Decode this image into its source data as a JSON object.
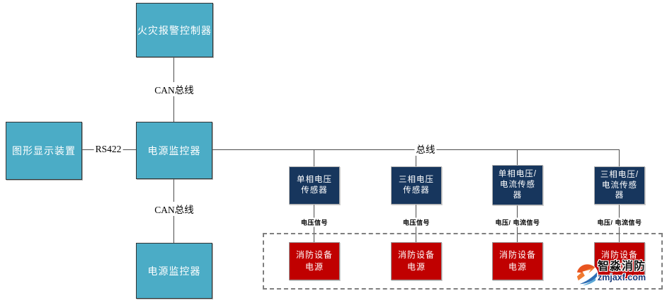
{
  "diagram": {
    "title_hint": "fire-equipment power monitoring system topology",
    "nodes": {
      "fire_alarm_controller": {
        "label": "火灾报警控制器"
      },
      "graphic_display": {
        "label": "图形显示装置"
      },
      "power_monitor_center": {
        "label": "电源监控器"
      },
      "power_monitor_bottom": {
        "label": "电源监控器"
      }
    },
    "edge_labels": {
      "can_bus_top": "CAN总线",
      "rs422": "RS422",
      "can_bus_bottom": "CAN总线",
      "bus": "总线"
    },
    "sensors": [
      {
        "line1": "单相电压",
        "line2": "传感器",
        "signal": "电压信号"
      },
      {
        "line1": "三相电压",
        "line2": "传感器",
        "signal": "电压信号"
      },
      {
        "line1": "单相电压/",
        "line2": "电流传感",
        "line3": "器",
        "signal": "电压/ 电流信号"
      },
      {
        "line1": "三相电压/",
        "line2": "电流传感",
        "line3": "器",
        "signal": "电压/ 电流信号"
      }
    ],
    "supplies": [
      {
        "line1": "消防设备",
        "line2": "电源"
      },
      {
        "line1": "消防设备",
        "line2": "电源"
      },
      {
        "line1": "消防设备",
        "line2": "电源"
      },
      {
        "line1": "消防设备",
        "line2": "电源"
      }
    ],
    "colors": {
      "teal_node": "#4BACC6",
      "navy_node": "#17365D",
      "red_node": "#C00000",
      "line": "#4d4d4d",
      "dashed_frame": "#7f7f7f",
      "background": "#ffffff"
    }
  },
  "watermark": {
    "brand": "智淼消防",
    "url": "zmjaxf.com",
    "logo": "swoosh-circle-logo",
    "logo_colors": {
      "orange": "#e8541f",
      "blue": "#2e6db4",
      "light_blue": "#5aa7d6"
    }
  }
}
